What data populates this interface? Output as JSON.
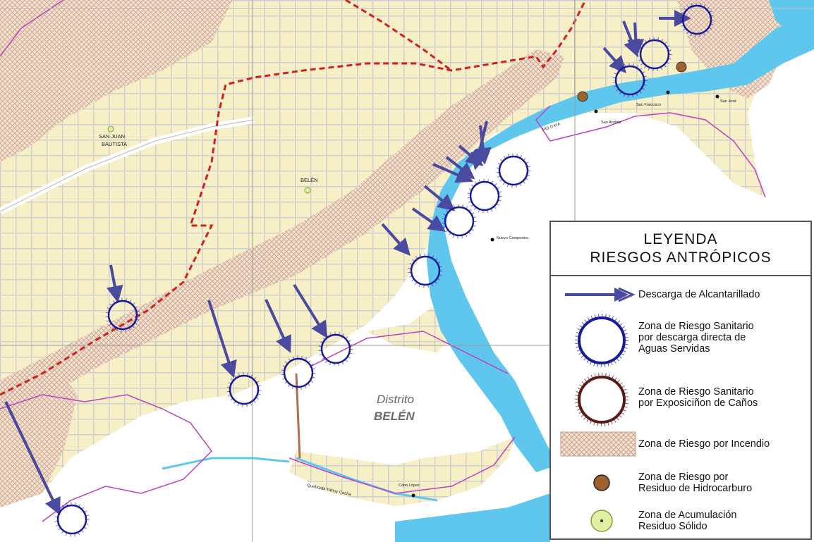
{
  "map": {
    "district_label_1": "Distrito",
    "district_label_2": "BELÉN",
    "place_labels": {
      "san_juan_1": "SAN JUAN",
      "san_juan_2": "BAUTISTA",
      "belen": "BELÉN",
      "nuevo_campesino": "Nuevo Campesino",
      "san_francisco": "San Francisco",
      "san_andres": "San Andrés",
      "san_jose": "San José",
      "rio_itaya": "RÍO ITAYA",
      "quebrada": "Quebrada Yahuy Cocha",
      "cabo_lopez": "Cabo López"
    },
    "colors": {
      "urban": "#f7efc6",
      "block_line": "#cfcfcf",
      "river": "#5fc7ee",
      "boundary": "#cc2222",
      "arrow": "#4a4aa0",
      "risk_circle": "#1a1a9c",
      "hydrocarbon": "#a0622d",
      "hatch": "#c99a8a",
      "road_edge": "#c040c0"
    }
  },
  "legend": {
    "title_1": "LEYENDA",
    "title_2": "RIESGOS ANTRÓPICOS",
    "items": [
      {
        "symbol": "arrow-icon",
        "label": "Descarga de Alcantarillado"
      },
      {
        "symbol": "blue-risk-circle-icon",
        "label": "Zona de Riesgo Sanitario\npor descarga directa  de\nAguas Servidas"
      },
      {
        "symbol": "maroon-risk-circle-icon",
        "label": "Zona de Riesgo Sanitario\npor Exposiciñon de Caños"
      },
      {
        "symbol": "hatch-swatch-icon",
        "label": "Zona de Riesgo por Incendio"
      },
      {
        "symbol": "brown-dot-icon",
        "label": "Zona de Riesgo por\nResiduo de Hidrocarburo"
      },
      {
        "symbol": "green-dot-icon",
        "label": "Zona de Acumulación\nResiduo Sólido"
      }
    ]
  }
}
